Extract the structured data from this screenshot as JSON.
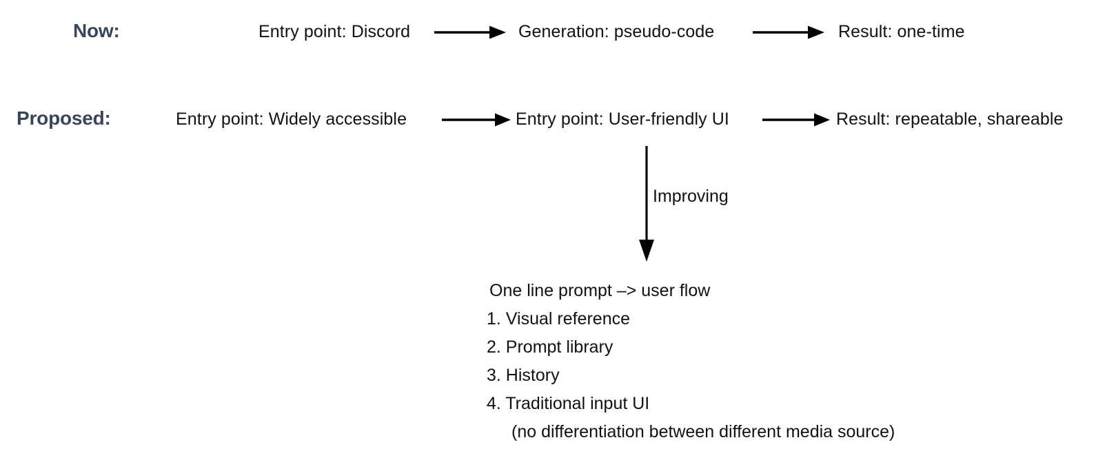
{
  "colors": {
    "background": "#ffffff",
    "text": "#111111",
    "label_accent": "#3a4558",
    "arrow": "#000000"
  },
  "rows": [
    {
      "id": "now",
      "label": "Now:",
      "nodes": [
        "Entry point: Discord",
        "Generation: pseudo-code",
        "Result: one-time"
      ],
      "connectors": [
        "arrow-right",
        "arrow-right"
      ]
    },
    {
      "id": "proposed",
      "label": "Proposed:",
      "nodes": [
        "Entry point: Widely accessible",
        "Entry point: User-friendly UI",
        "Result: repeatable, shareable"
      ],
      "connectors": [
        "arrow-right",
        "arrow-right"
      ]
    }
  ],
  "branch": {
    "connector": "arrow-down",
    "label": "Improving"
  },
  "detail": {
    "heading": "One line prompt –> user flow",
    "items": [
      "1. Visual reference",
      "2. Prompt library",
      "3. History",
      "4. Traditional input UI"
    ],
    "note": "(no differentiation between different media source)"
  }
}
